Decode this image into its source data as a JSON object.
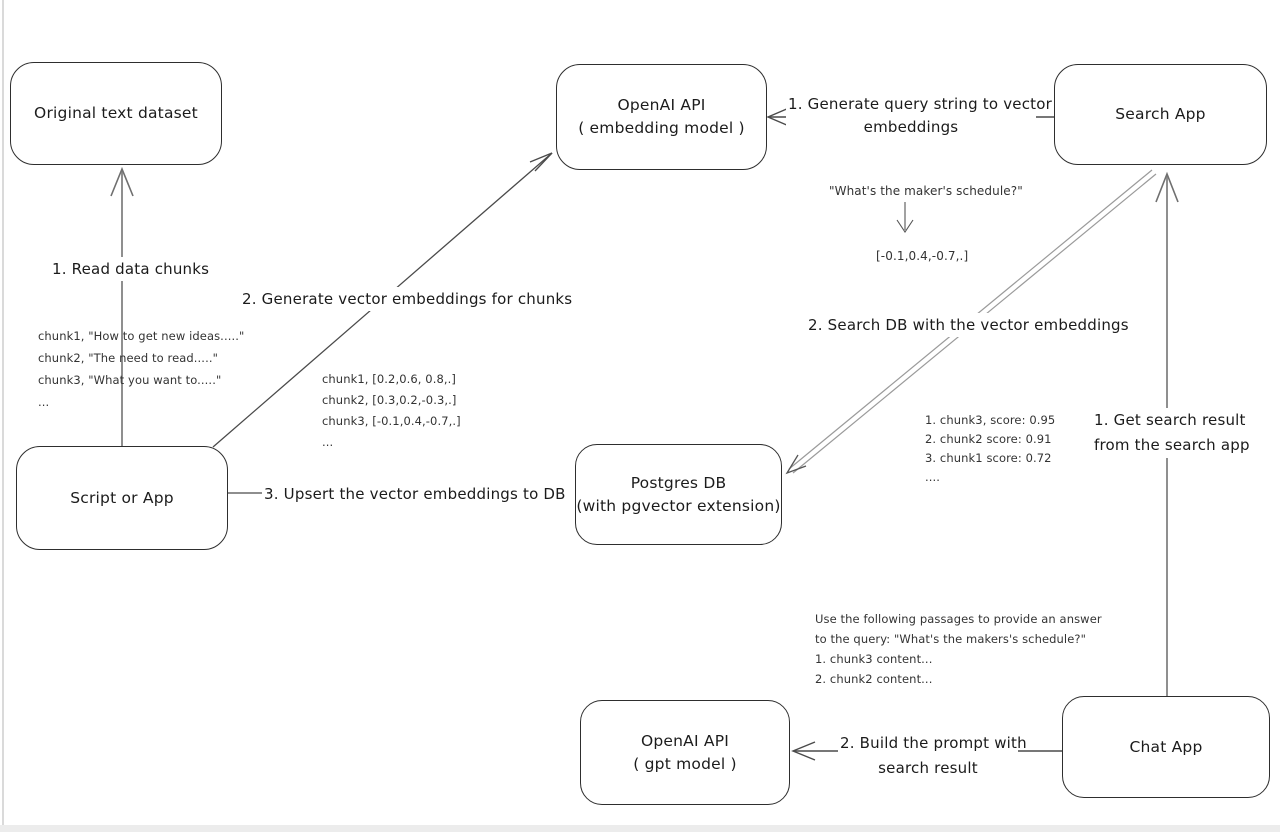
{
  "nodes": {
    "original": {
      "label": "Original text dataset"
    },
    "embedding": {
      "line1": "OpenAI API",
      "line2": "( embedding model )"
    },
    "search": {
      "label": "Search App"
    },
    "script": {
      "label": "Script or App"
    },
    "postgres": {
      "line1": "Postgres DB",
      "line2": "(with pgvector extension)"
    },
    "gpt": {
      "line1": "OpenAI API",
      "line2": "( gpt model )"
    },
    "chat": {
      "label": "Chat App"
    }
  },
  "labels": {
    "read_chunks": "1. Read data chunks",
    "gen_embeddings": "2. Generate vector embeddings for chunks",
    "upsert": "3. Upsert the vector embeddings to DB",
    "gen_query_l1": "1. Generate query string to vector",
    "gen_query_l2": "embeddings",
    "search_db": "2. Search DB with the vector embeddings",
    "get_result_l1": "1. Get search result",
    "get_result_l2": "from the search app",
    "build_prompt_l1": "2. Build the prompt with",
    "build_prompt_l2": "search result"
  },
  "annotations": {
    "chunks": [
      "chunk1, \"How to get new ideas.....\"",
      "chunk2, \"The need to read.....\"",
      "chunk3, \"What you want to.....\"",
      "..."
    ],
    "vectors": [
      "chunk1, [0.2,0.6, 0.8,.]",
      "chunk2, [0.3,0.2,-0.3,.]",
      "chunk3, [-0.1,0.4,-0.7,.]",
      "..."
    ],
    "query": "\"What's the maker's schedule?\"",
    "query_vector": "[-0.1,0.4,-0.7,.]",
    "scores": [
      "1. chunk3, score: 0.95",
      "2. chunk2 score: 0.91",
      "3. chunk1 score: 0.72",
      "...."
    ],
    "prompt": [
      "Use the following passages to provide an answer",
      "to the query: \"What's the makers's schedule?\"",
      "1. chunk3 content...",
      "2. chunk2 content..."
    ]
  },
  "colors": {
    "box_stroke": "#2e2e2e",
    "text": "#1c1c1c",
    "arrow_gray": "#8f8f8f",
    "arrow_dark": "#4a4a4a",
    "canvas_bg": "#ffffff"
  }
}
